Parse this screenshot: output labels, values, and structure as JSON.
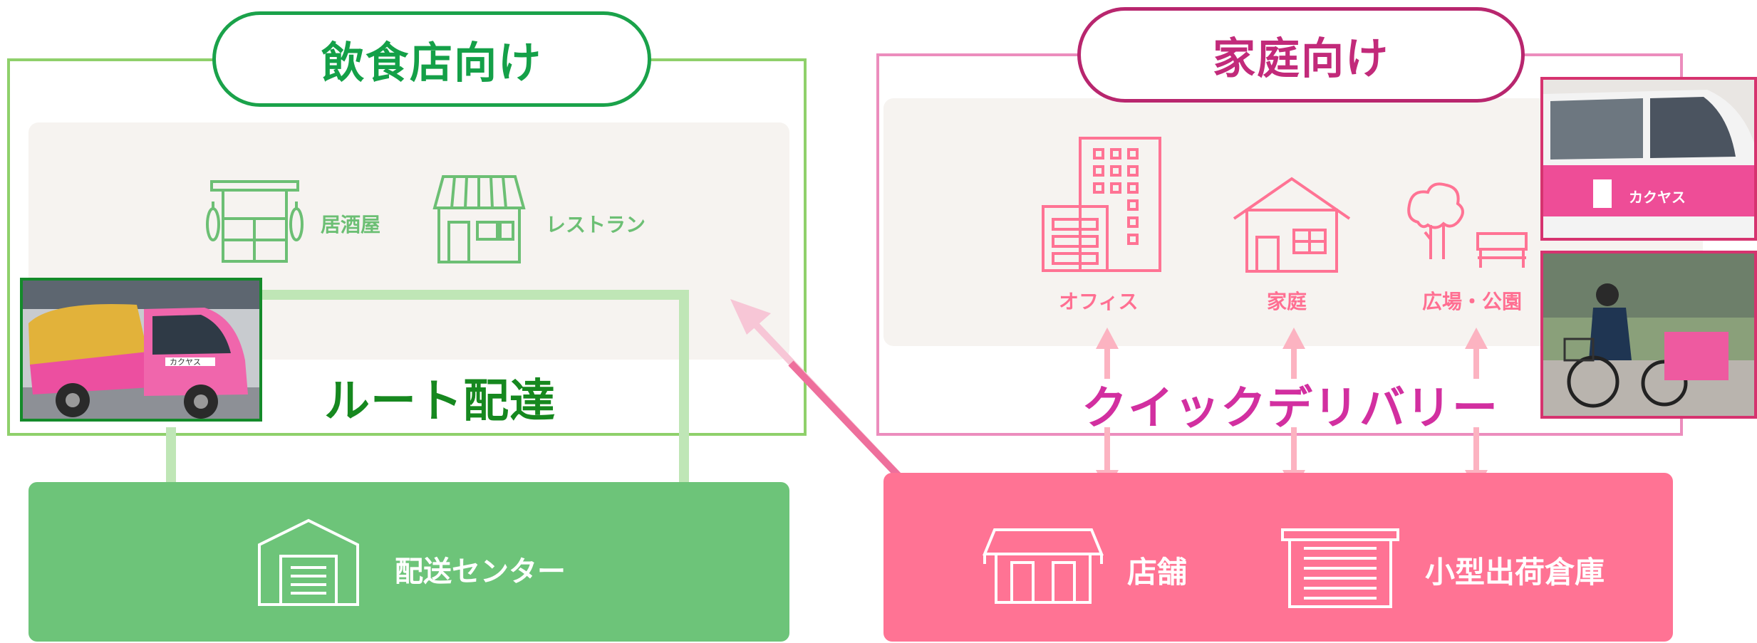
{
  "restaurant_panel": {
    "title": "飲食店向け",
    "shops": [
      "居酒屋",
      "レストラン"
    ],
    "route_label": "ルート配達",
    "center_label": "配送センター"
  },
  "home_panel": {
    "title": "家庭向け",
    "destinations": [
      "オフィス",
      "家庭",
      "広場・公園"
    ],
    "delivery_label": "クイックデリバリー",
    "store_labels": [
      "店舗",
      "小型出荷倉庫"
    ]
  },
  "truck_photo": {
    "brand_text": "カクヤス"
  },
  "van_photo": {
    "brand_text": "カクヤス"
  },
  "colors": {
    "restaurant_accent": "#14a048",
    "restaurant_center": "#6dc479",
    "home_accent": "#c22a7a",
    "home_store": "#ff7394",
    "route_text": "#16881f",
    "quick_text": "#d22fa0"
  }
}
